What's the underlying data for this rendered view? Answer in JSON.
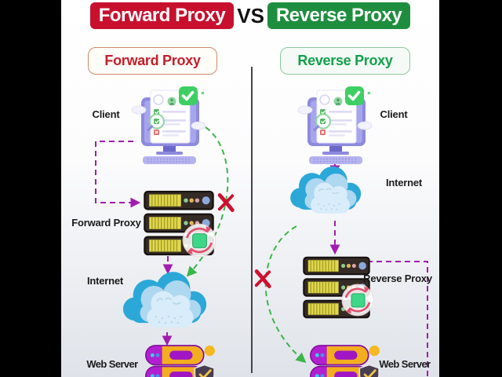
{
  "title": {
    "left": "Forward Proxy",
    "vs": "VS",
    "right": "Reverse Proxy"
  },
  "left_column": {
    "header": "Forward Proxy",
    "client_label": "Client",
    "proxy_label": "Forward Proxy",
    "internet_label": "Internet",
    "web_server_label": "Web Server"
  },
  "right_column": {
    "header": "Reverse Proxy",
    "client_label": "Client",
    "internet_label": "Internet",
    "proxy_label": "Reverse Proxy",
    "web_server_label": "Web Server"
  },
  "colors": {
    "forward_badge_red": "#c8102e",
    "reverse_badge_green": "#1e8e3e",
    "forward_header_text": "#c41e2a",
    "reverse_header_text": "#12a04c",
    "request_path_purple": "#a21caf",
    "bypass_path_green": "#3cb54a",
    "blocked_x_red": "#cf1030",
    "letterbox_black": "#000000"
  },
  "icons": {
    "client": "client-computer-icon",
    "proxy": "proxy-server-rack-icon",
    "internet": "internet-cloud-icon",
    "web_server": "web-server-icon",
    "sync": "sync-refresh-icon",
    "shield": "shield-check-icon",
    "check": "check-badge-icon",
    "blocked": "blocked-x-icon"
  }
}
